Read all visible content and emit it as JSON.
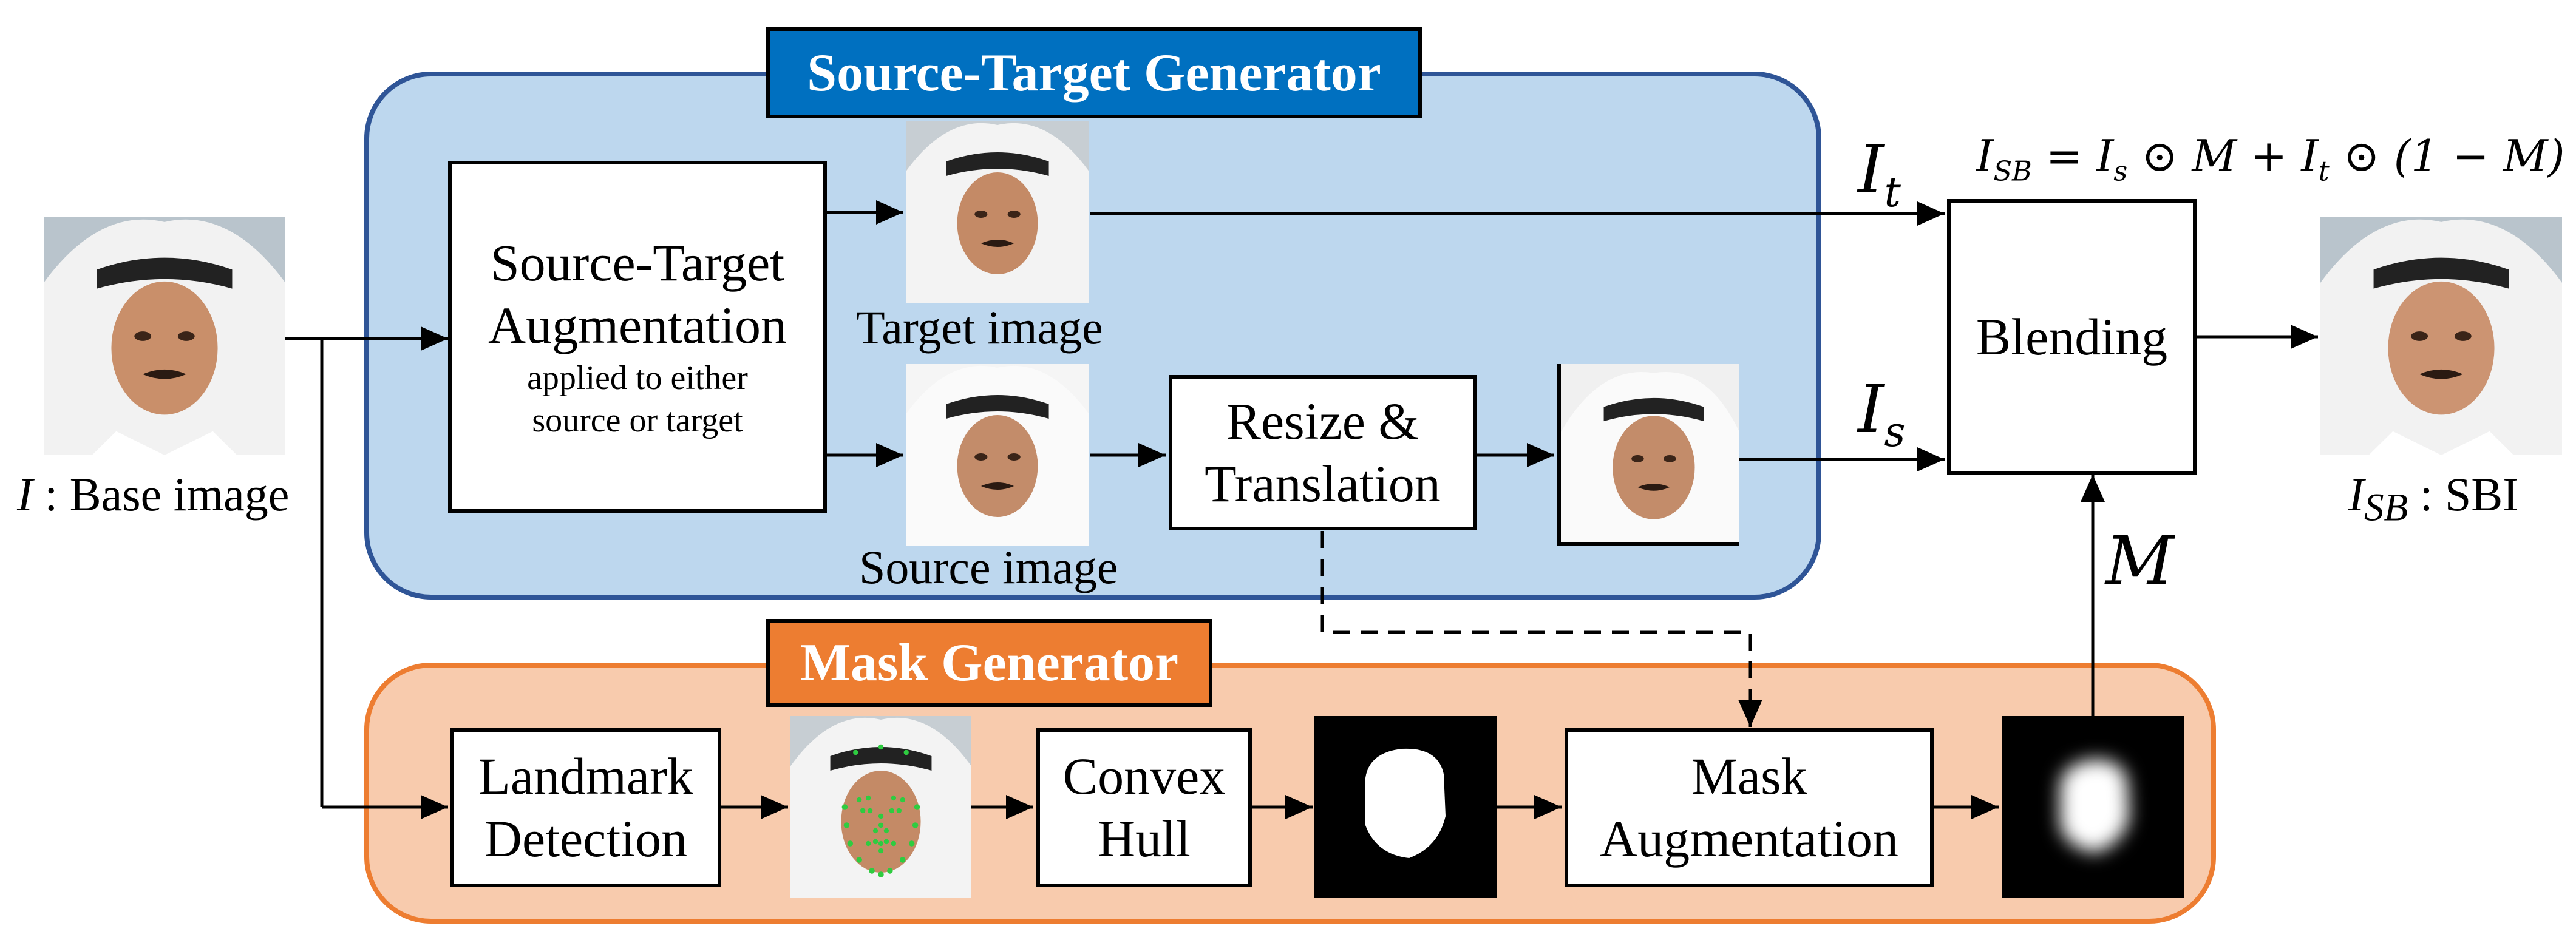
{
  "panels": {
    "source_target_title": "Source-Target Generator",
    "mask_title": "Mask Generator"
  },
  "boxes": {
    "augmentation": {
      "line1": "Source-Target",
      "line2": "Augmentation",
      "line3": "applied to either",
      "line4": "source or target"
    },
    "resize": {
      "line1": "Resize &",
      "line2": "Translation"
    },
    "blending": {
      "line1": "Blending"
    },
    "landmark": {
      "line1": "Landmark",
      "line2": "Detection"
    },
    "convex": {
      "line1": "Convex",
      "line2": "Hull"
    },
    "mask_aug": {
      "line1": "Mask",
      "line2": "Augmentation"
    }
  },
  "labels": {
    "base_prefix": "I",
    "base_text": " : Base image",
    "target_image": "Target image",
    "source_image": "Source image",
    "sbi_prefix": "I",
    "sbi_sub": "SB",
    "sbi_text": " : SBI"
  },
  "math": {
    "it_main": "I",
    "it_sub": "t",
    "is_main": "I",
    "is_sub": "s",
    "m": "M",
    "formula_i": "I",
    "formula_sb": "SB",
    "formula_mid1": " = ",
    "formula_s": "s",
    "formula_mid2": " ⊙ M + ",
    "formula_t": "t",
    "formula_end": " ⊙ (1 − M)"
  },
  "icons": [
    "face-photo",
    "landmark-face-photo",
    "convex-hull-mask",
    "blurred-mask"
  ],
  "colors": {
    "source_panel": "#bdd7ee",
    "source_border": "#2f5597",
    "source_title": "#0070c0",
    "mask_panel": "#f8cbad",
    "mask_border": "#ed7d31",
    "mask_title": "#ed7d31"
  }
}
